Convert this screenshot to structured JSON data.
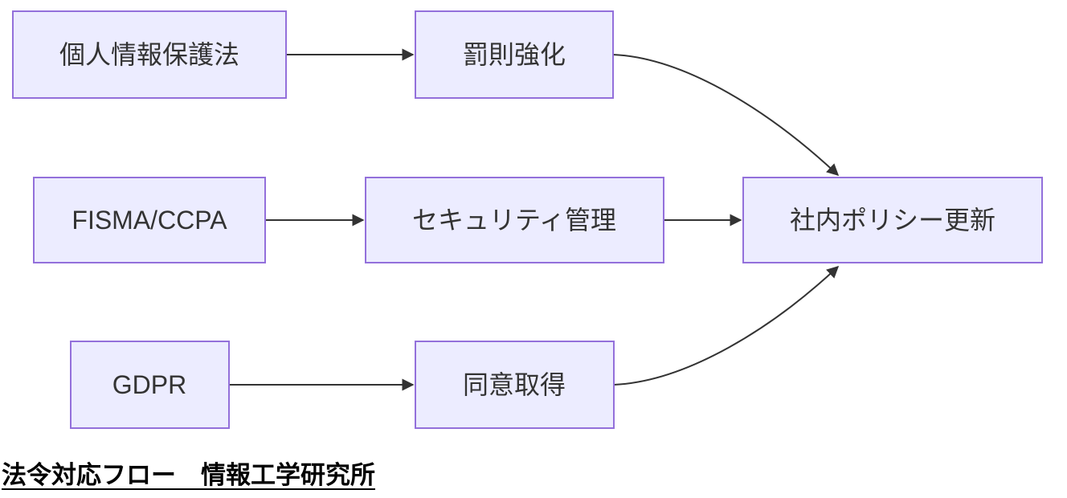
{
  "diagram": {
    "type": "flowchart",
    "direction": "left-to-right",
    "nodes": [
      {
        "id": "personal-info-protection-law",
        "label": "個人情報保護法"
      },
      {
        "id": "penalty-strengthening",
        "label": "罰則強化"
      },
      {
        "id": "fisma-ccpa",
        "label": "FISMA/CCPA"
      },
      {
        "id": "security-management",
        "label": "セキュリティ管理"
      },
      {
        "id": "internal-policy-update",
        "label": "社内ポリシー更新"
      },
      {
        "id": "gdpr",
        "label": "GDPR"
      },
      {
        "id": "consent-acquisition",
        "label": "同意取得"
      }
    ],
    "edges": [
      {
        "from": "personal-info-protection-law",
        "to": "penalty-strengthening"
      },
      {
        "from": "penalty-strengthening",
        "to": "internal-policy-update"
      },
      {
        "from": "fisma-ccpa",
        "to": "security-management"
      },
      {
        "from": "security-management",
        "to": "internal-policy-update"
      },
      {
        "from": "gdpr",
        "to": "consent-acquisition"
      },
      {
        "from": "consent-acquisition",
        "to": "internal-policy-update"
      }
    ],
    "caption": "法令対応フロー　情報工学研究所",
    "colors": {
      "node_fill": "#ECECFF",
      "node_border": "#9370DB",
      "edge_line": "#333333",
      "node_text": "#333333",
      "caption_text": "#000000",
      "background": "#FFFFFF"
    }
  }
}
